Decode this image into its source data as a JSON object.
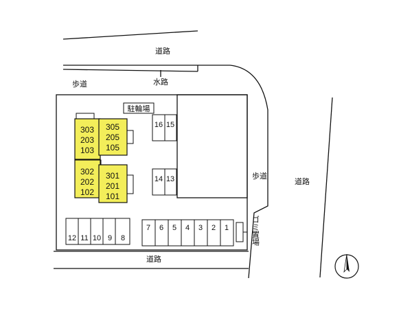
{
  "colors": {
    "building_fill": "#f3ee5a",
    "line": "#111111",
    "background": "#ffffff"
  },
  "labels": {
    "road_top": "道路",
    "waterway": "水路",
    "sidewalk_left": "歩道",
    "bicycle_parking": "駐輪場",
    "sidewalk_right": "歩道",
    "road_right": "道路",
    "garbage_area": "ゴミ置場",
    "road_bottom": "道路"
  },
  "building_units": {
    "block_a": [
      "303",
      "203",
      "103"
    ],
    "block_b": [
      "305",
      "205",
      "105"
    ],
    "block_c": [
      "302",
      "202",
      "102"
    ],
    "block_d": [
      "301",
      "201",
      "101"
    ]
  },
  "parking_mid_upper": [
    "16",
    "15"
  ],
  "parking_mid_lower": [
    "14",
    "13"
  ],
  "parking_bottom_left": [
    "12",
    "11",
    "10",
    "9",
    "8"
  ],
  "parking_bottom_right": [
    "7",
    "6",
    "5",
    "4",
    "3",
    "2",
    "1"
  ],
  "north_arrow_icon": "north-arrow-icon"
}
